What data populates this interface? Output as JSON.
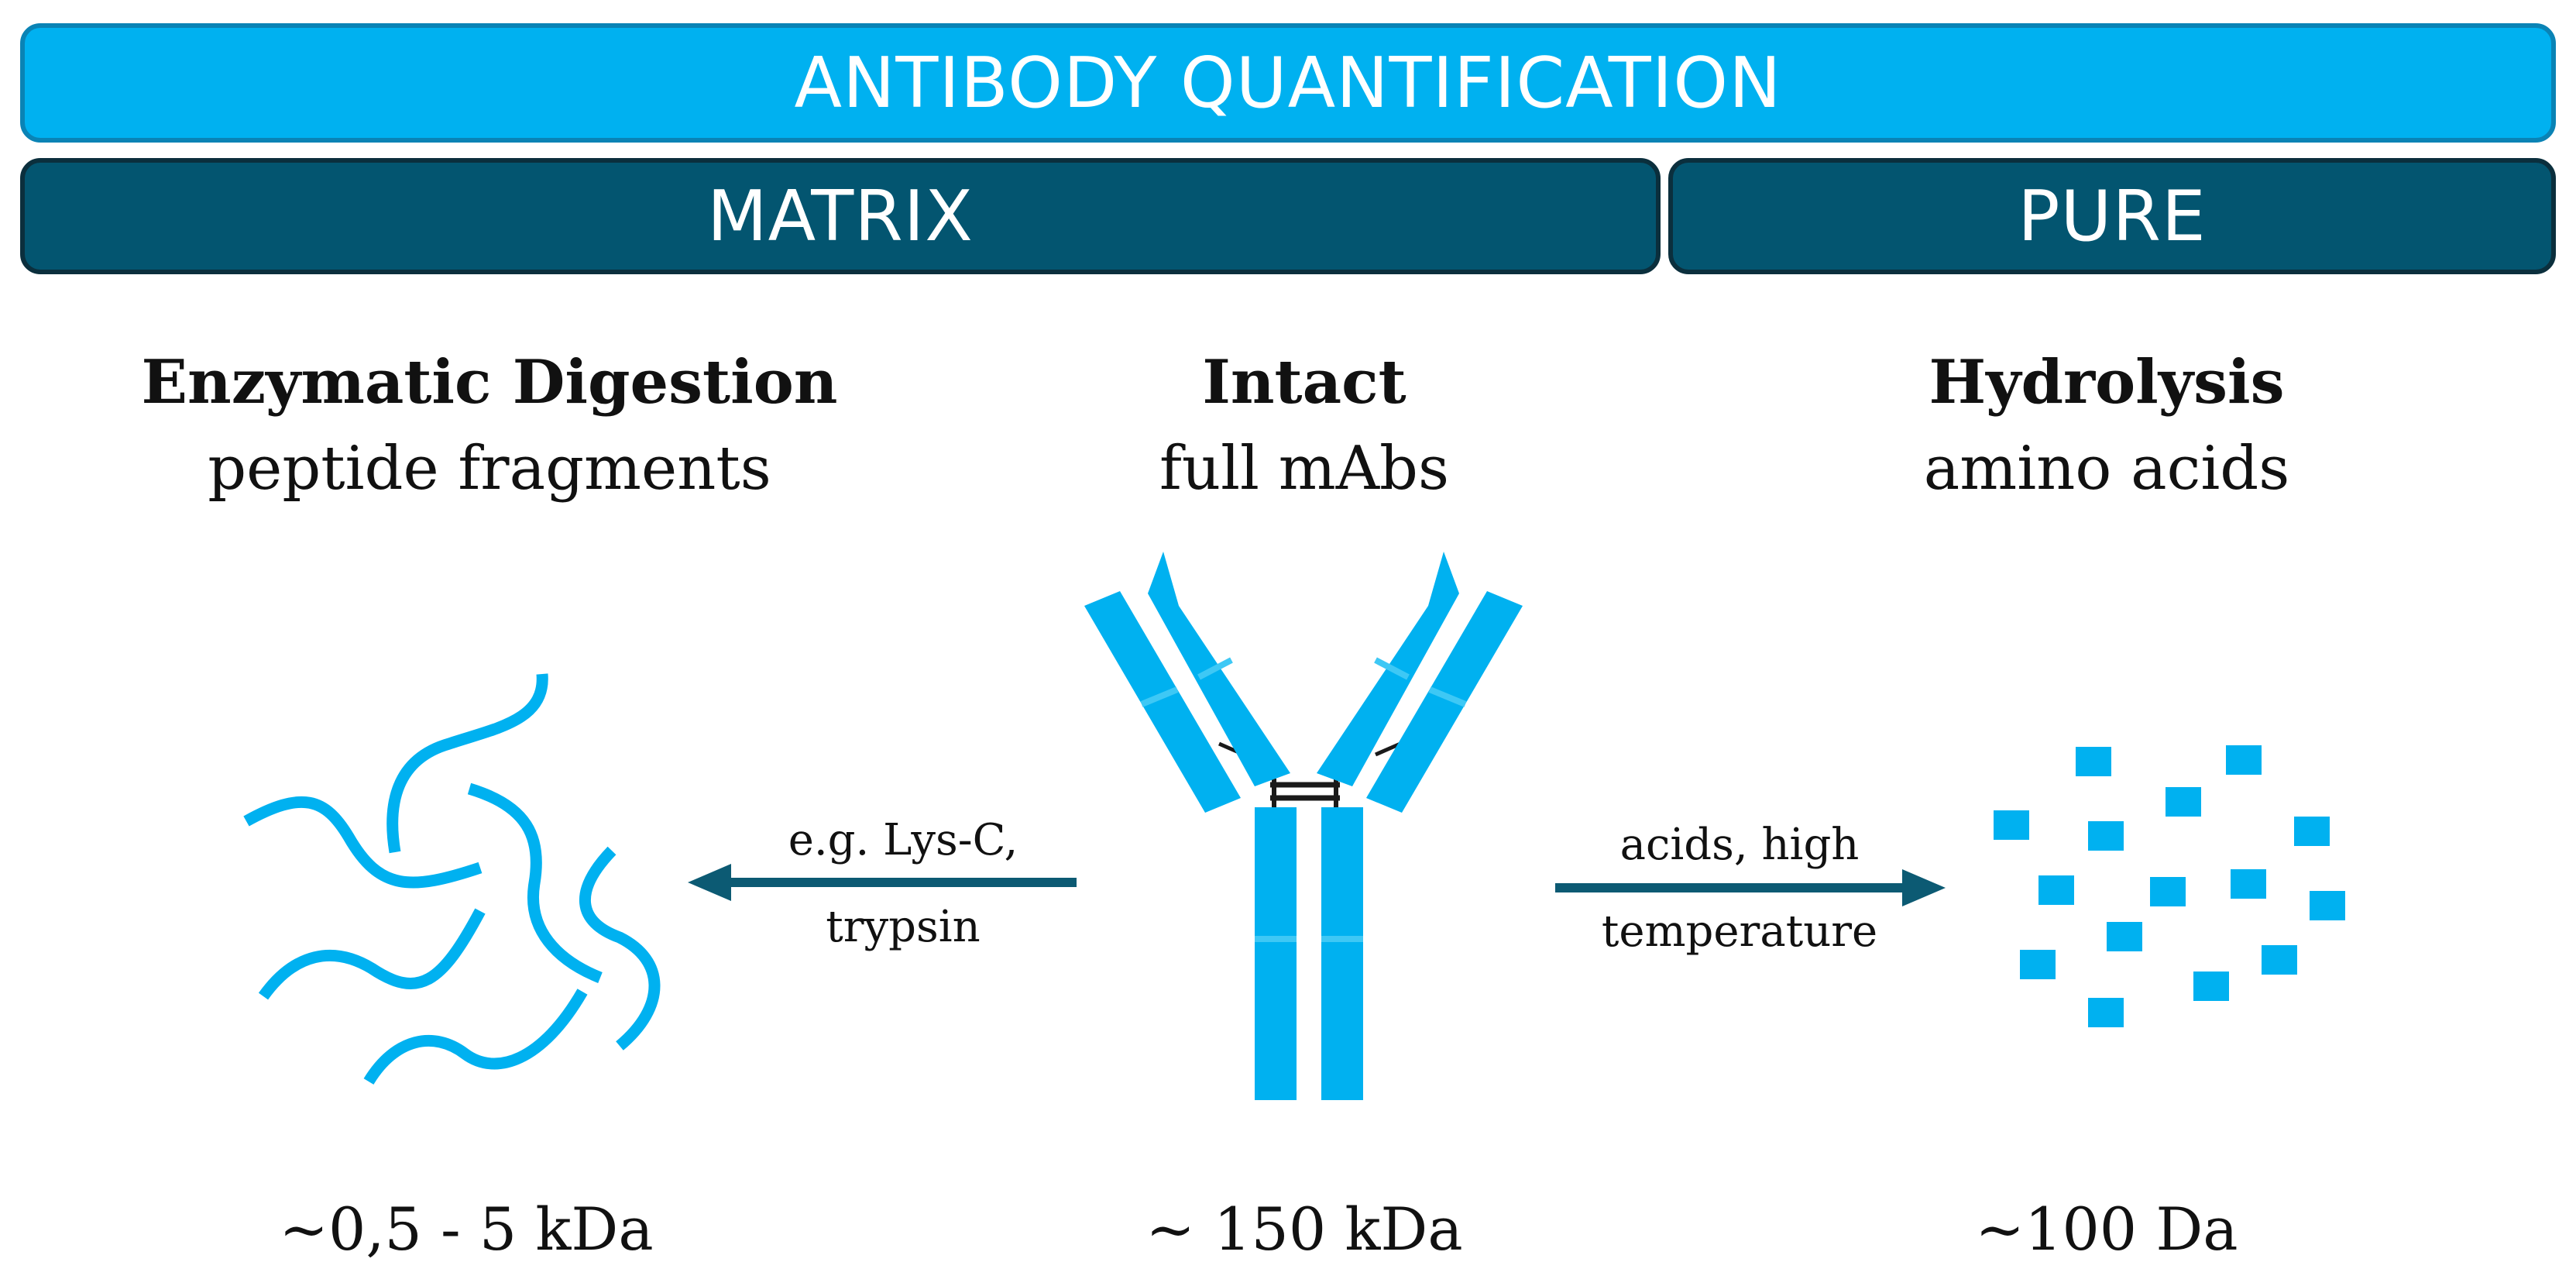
{
  "banners": {
    "top": "ANTIBODY QUANTIFICATION",
    "matrix": "MATRIX",
    "pure": "PURE"
  },
  "columns": {
    "digestion": {
      "title": "Enzymatic Digestion",
      "subtitle": "peptide fragments",
      "mass": "~0,5 - 5 kDa"
    },
    "intact": {
      "title": "Intact",
      "subtitle": "full mAbs",
      "mass": "~ 150 kDa"
    },
    "hydrolysis": {
      "title": "Hydrolysis",
      "subtitle": "amino acids",
      "mass": "~100 Da"
    }
  },
  "arrows": {
    "left": {
      "line1": "e.g. Lys-C,",
      "line2": "trypsin"
    },
    "right": {
      "line1": "acids, high",
      "line2": "temperature"
    }
  },
  "colors": {
    "light_blue": "#00b1f0",
    "dark_teal": "#035570",
    "arrow": "#0c5a73"
  },
  "icons": {
    "peptides": "wavy-peptide-fragments-icon",
    "antibody": "y-shaped-antibody-icon",
    "amino_acids": "scattered-amino-acid-squares-icon"
  }
}
